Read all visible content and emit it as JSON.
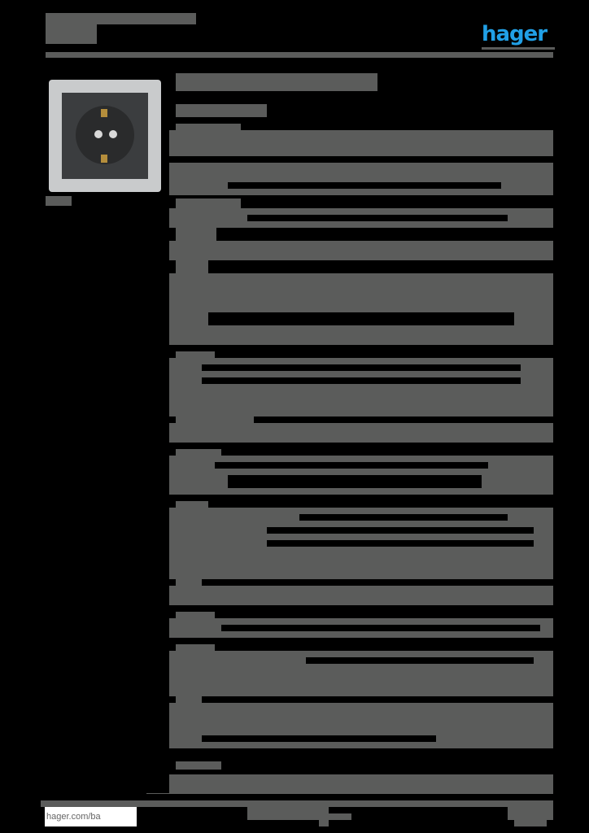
{
  "header": {
    "title": "[redacted]",
    "subtitle": "[redacted]",
    "brand_logo": "hager",
    "brand_color": "#21a0e6"
  },
  "product": {
    "image_alt": "socket-outlet-photo",
    "image_caption": "[redacted]",
    "name": "[redacted]",
    "reference": "[redacted]"
  },
  "sections": [
    {
      "heading": "[redacted]",
      "rows": 2
    },
    {
      "heading": "[redacted]",
      "rows": 6
    },
    {
      "heading": "[redacted]",
      "rows": 4
    },
    {
      "heading": "[redacted]",
      "rows": 2
    },
    {
      "heading": "[redacted]",
      "rows": 5
    },
    {
      "heading": "[redacted]",
      "rows": 1
    },
    {
      "heading": "[redacted]",
      "rows": 4
    },
    {
      "heading": "[redacted]",
      "rows": 1
    }
  ],
  "footer": {
    "website": "hager.com/ba",
    "center_text": "[redacted]",
    "page": "[redacted]"
  },
  "colors": {
    "redaction": "#5b5c5b",
    "background": "#000000"
  }
}
